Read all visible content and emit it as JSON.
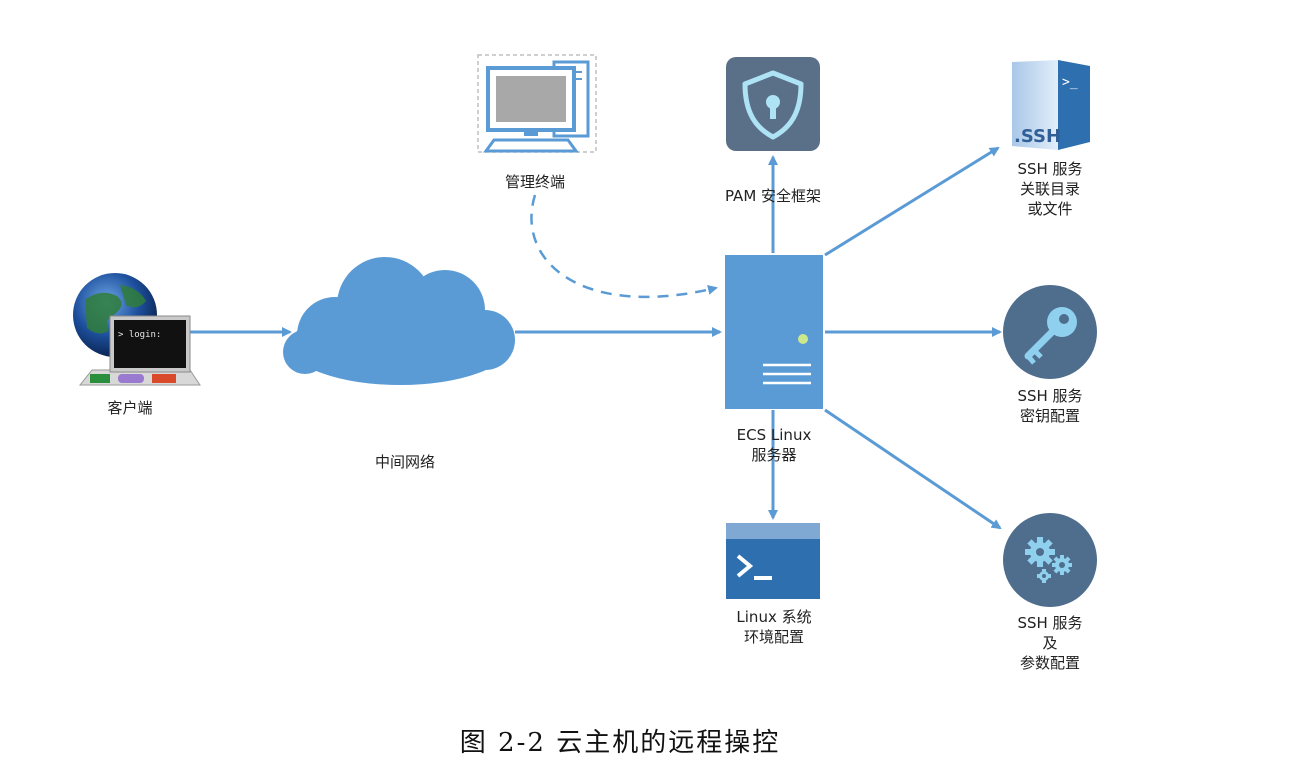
{
  "colors": {
    "arrow": "#5b9bd5",
    "server": "#5b9bd5",
    "cloud": "#5b9bd5",
    "pam_tile": "#5a7088",
    "terminal": "#2e6fb0",
    "circle_icon": "#4f6d8c"
  },
  "nodes": {
    "client": {
      "label": "客户端",
      "screen_text": "> login:",
      "icon": "globe-laptop-icon"
    },
    "network": {
      "label": "中间网络",
      "icon": "cloud-icon"
    },
    "admin": {
      "label": "管理终端",
      "icon": "desktop-computer-icon"
    },
    "pam": {
      "label": "PAM 安全框架",
      "icon": "shield-lock-icon"
    },
    "server": {
      "label_line1": "ECS Linux",
      "label_line2": "服务器",
      "icon": "server-icon"
    },
    "linux_env": {
      "label_line1": "Linux 系统",
      "label_line2": "环境配置",
      "icon": "terminal-window-icon"
    },
    "ssh_dir": {
      "label_line1": "SSH 服务",
      "label_line2": "关联目录",
      "label_line3": "或文件",
      "file_text": ".SSH",
      "prompt_text": ">_",
      "icon": "ssh-folder-icon"
    },
    "ssh_key": {
      "label_line1": "SSH 服务",
      "label_line2": "密钥配置",
      "icon": "key-icon"
    },
    "ssh_params": {
      "label_line1": "SSH 服务",
      "label_line2": "及",
      "label_line3": "参数配置",
      "icon": "gears-icon"
    }
  },
  "caption": "图 2-2  云主机的远程操控"
}
